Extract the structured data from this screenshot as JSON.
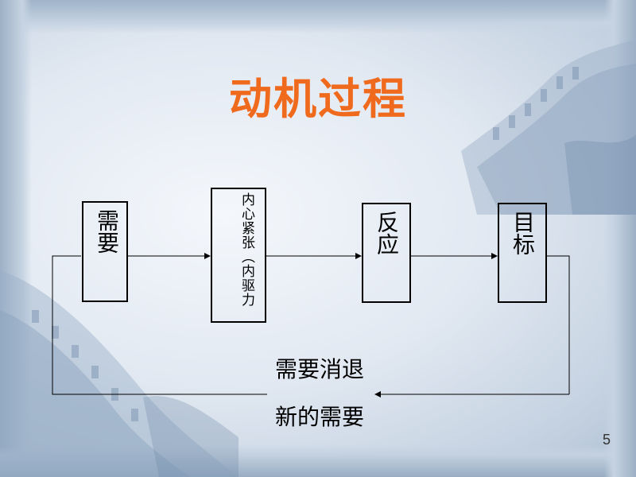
{
  "slide": {
    "title": "动机过程",
    "page_number": "5"
  },
  "diagram": {
    "nodes": [
      {
        "id": "need",
        "label": "需要"
      },
      {
        "id": "tension",
        "label": "内心紧张（内驱力"
      },
      {
        "id": "response",
        "label": "反应"
      },
      {
        "id": "goal",
        "label": "目标"
      }
    ],
    "feedback": {
      "label_top": "需要消退",
      "label_bottom": "新的需要"
    }
  },
  "colors": {
    "title": "#f06a1e",
    "box_border": "#000000",
    "line": "#000000",
    "background": "#e2e9f2"
  }
}
